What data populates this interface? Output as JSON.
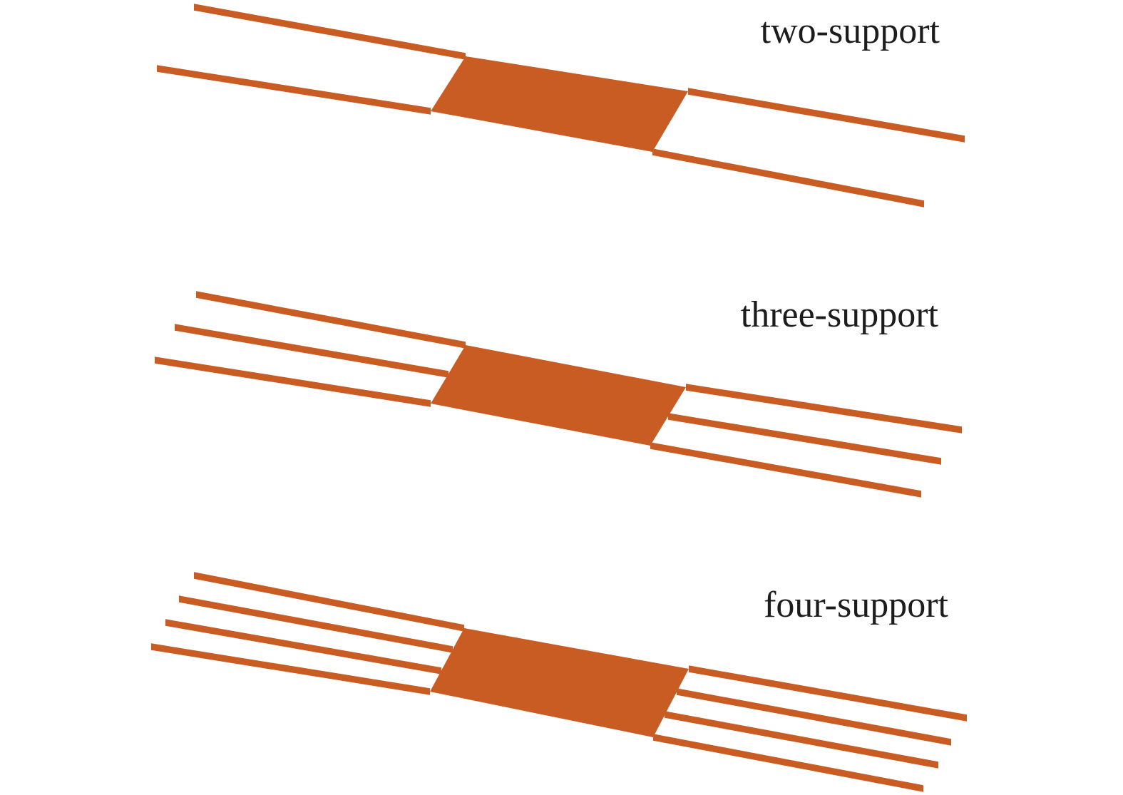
{
  "figure": {
    "colors": {
      "structure": "#c95c22",
      "background": "#ffffff",
      "text": "#1c1c1c"
    },
    "panels": [
      {
        "id": "two",
        "label": "two-support",
        "beams_per_side": 2
      },
      {
        "id": "three",
        "label": "three-support",
        "beams_per_side": 3
      },
      {
        "id": "four",
        "label": "four-support",
        "beams_per_side": 4
      }
    ]
  }
}
